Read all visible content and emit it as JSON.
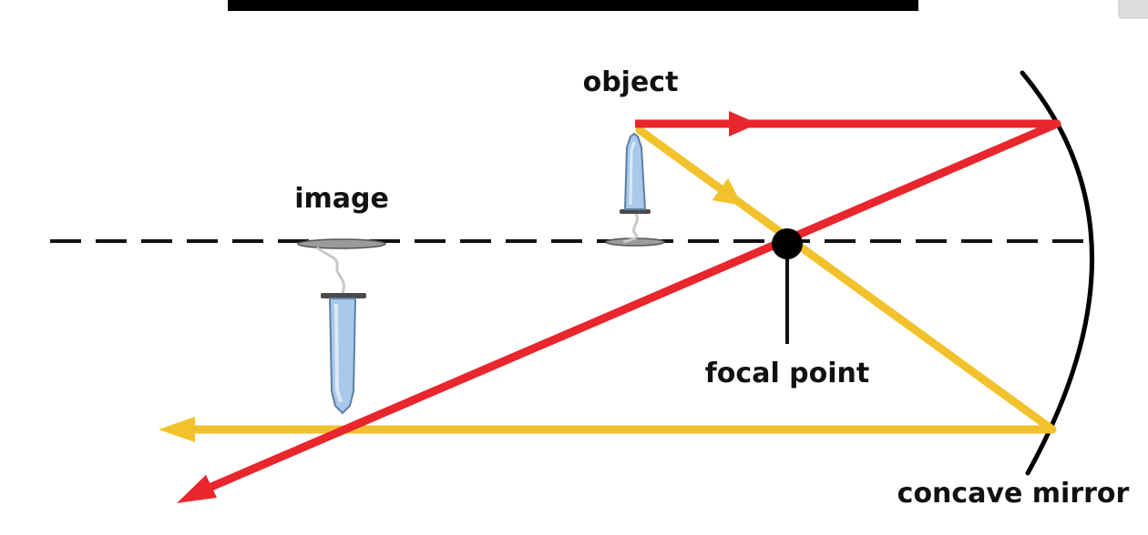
{
  "labels": {
    "object": "object",
    "image": "image",
    "focal_point": "focal point",
    "mirror": "concave mirror"
  },
  "colors": {
    "ray_parallel": "#e8262c",
    "ray_focal": "#f2c22c",
    "axis": "#111111",
    "mirror": "#000000",
    "tube_fill": "#a9c9ea",
    "tube_stroke": "#5e7fa3",
    "shadow": "#9b9b9b",
    "top_bar": "#000000",
    "corner_button": "#dcdcdc"
  },
  "icons": {
    "object_tube": "test-tube-upright",
    "image_tube": "test-tube-inverted",
    "focal_dot": "filled-circle"
  }
}
